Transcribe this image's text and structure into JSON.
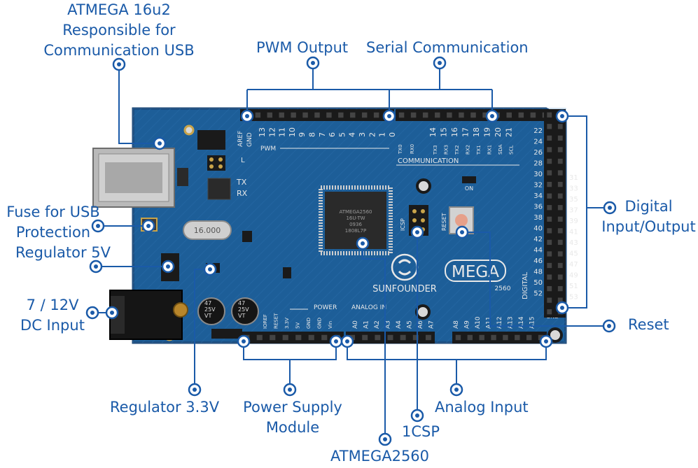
{
  "colors": {
    "callout": "#1a5aa8",
    "board": "#1d5e98",
    "board_edge": "#163f6c",
    "header": "#1a1a1a",
    "chip": "#2a2a2a"
  },
  "callouts": {
    "atmega16u2": [
      "ATMEGA 16u2",
      "Responsible for",
      "Communication USB"
    ],
    "pwm": "PWM Output",
    "serial": "Serial Communication",
    "fuse": [
      "Fuse for USB",
      "Protection"
    ],
    "reg5": "Regulator 5V",
    "dc": [
      "7 / 12V",
      "DC Input"
    ],
    "digital": [
      "Digital",
      "Input/Output"
    ],
    "reset": "Reset",
    "reg33": "Regulator 3.3V",
    "power": [
      "Power Supply",
      "Module"
    ],
    "analog": "Analog Input",
    "icsp": "1CSP",
    "atmega2560": "ATMEGA2560"
  },
  "board": {
    "brand": "SUNFOUNDER",
    "model": "MEGA",
    "model_sub": "2560",
    "chip_text": [
      "ATMEGA2560",
      "16U-TW",
      "0936",
      "1808L7P"
    ],
    "crystal": "16.000",
    "cap_label": [
      "47",
      "25V",
      "VT"
    ],
    "on_label": "ON",
    "aref": "AREF",
    "gnd": "GND",
    "pwm_label": "PWM",
    "communication_label": "COMMUNICATION",
    "top_pins": [
      "13",
      "12",
      "11",
      "10",
      "9",
      "8",
      "7",
      "6",
      "5",
      "4",
      "3",
      "2",
      "1",
      "0"
    ],
    "comm_pins": [
      "14",
      "15",
      "16",
      "17",
      "18",
      "19",
      "20",
      "21"
    ],
    "comm_names": [
      "TX3",
      "RX3",
      "TX2",
      "RX2",
      "TX1",
      "RX1",
      "SDA",
      "SCL"
    ],
    "tx_rx_top": [
      "TX0",
      "RX0"
    ],
    "tx": "TX",
    "rx": "RX",
    "l": "L",
    "power_label": "POWER",
    "power_pins": [
      "IOREF",
      "RESET",
      "3.3V",
      "5V",
      "GND",
      "GND",
      "Vin"
    ],
    "analog_label": "ANALOG IN",
    "analog_pins": [
      "A0",
      "A1",
      "A2",
      "A3",
      "A4",
      "A5",
      "A6",
      "A7",
      "A8",
      "A9",
      "A10",
      "A11",
      "A12",
      "A13",
      "A14",
      "A15"
    ],
    "digital_label": "DIGITAL",
    "digital_left": [
      "22",
      "24",
      "26",
      "28",
      "30",
      "32",
      "34",
      "36",
      "38",
      "40",
      "42",
      "44",
      "46",
      "48",
      "50",
      "52"
    ],
    "digital_right": [
      "31",
      "33",
      "35",
      "37",
      "39",
      "41",
      "43",
      "45",
      "47",
      "49",
      "51",
      "53"
    ],
    "five_v": "5V",
    "icsp_label": "ICSP",
    "reset_label": "RESET"
  }
}
